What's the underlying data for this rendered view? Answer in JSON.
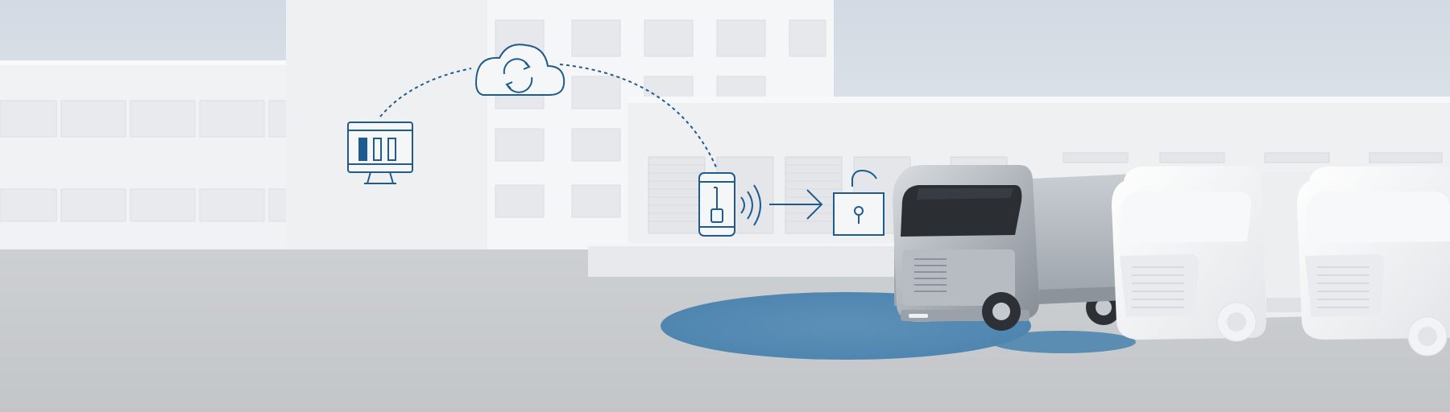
{
  "scene": {
    "theme_colors": {
      "sky": "#d7dee6",
      "building": "#f2f3f5",
      "ground": "#c8cacd",
      "icon_stroke": "#1f5b8f",
      "highlight_zone": "#5b8fb8",
      "truck_silver": "#a7adb3",
      "truck_white": "#f4f5f6"
    },
    "icons": [
      "monitor-battery-icon",
      "cloud-sync-icon",
      "smartphone-key-icon",
      "wireless-signal-icon",
      "arrow-right-icon",
      "unlocked-padlock-icon"
    ],
    "vehicles": [
      {
        "name": "silver-truck",
        "color": "#a7adb3"
      },
      {
        "name": "white-truck",
        "color": "#f4f5f6"
      },
      {
        "name": "white-truck",
        "color": "#f4f5f6"
      }
    ]
  }
}
